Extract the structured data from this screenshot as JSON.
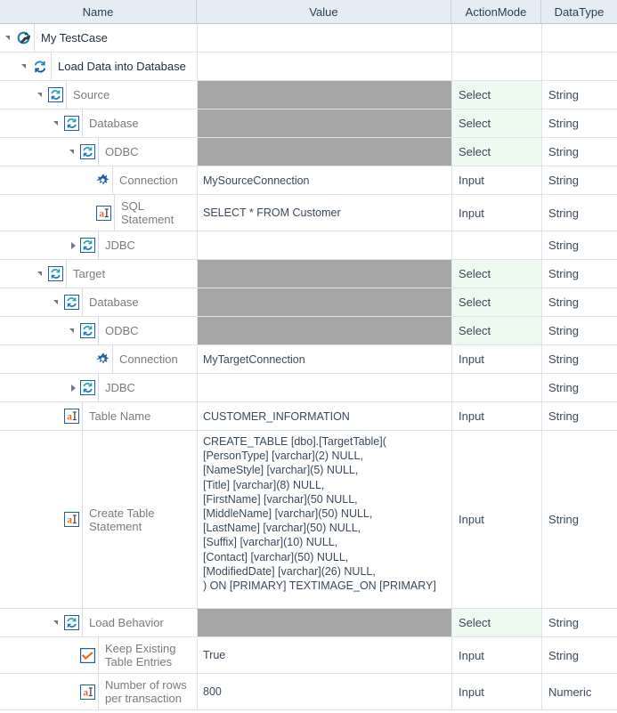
{
  "columns": [
    {
      "key": "name",
      "label": "Name"
    },
    {
      "key": "value",
      "label": "Value"
    },
    {
      "key": "action",
      "label": "ActionMode"
    },
    {
      "key": "type",
      "label": "DataType"
    }
  ],
  "colors": {
    "header_bg": "#e6ecf3",
    "select_bg": "#eef9f0",
    "locked_value_bg": "#a6a6a6",
    "icon_teal": "#1287a8",
    "icon_blue": "#1f5fa9",
    "icon_orange": "#e8681a"
  },
  "rows": [
    {
      "indent": 0,
      "expander": "open",
      "icon": "testcase-wrench-icon",
      "name": "My TestCase",
      "root": true,
      "value": "",
      "action": "",
      "type": ""
    },
    {
      "indent": 1,
      "expander": "open",
      "icon": "refresh-plain-icon",
      "name": "Load Data into Database",
      "root": true,
      "value": "",
      "action": "",
      "type": ""
    },
    {
      "indent": 2,
      "expander": "open",
      "icon": "refresh-boxed-icon",
      "name": "Source",
      "value": "",
      "value_locked": true,
      "action": "Select",
      "type": "String"
    },
    {
      "indent": 3,
      "expander": "open",
      "icon": "refresh-boxed-icon",
      "name": "Database",
      "value": "",
      "value_locked": true,
      "action": "Select",
      "type": "String"
    },
    {
      "indent": 4,
      "expander": "open",
      "icon": "refresh-boxed-icon",
      "name": "ODBC",
      "value": "",
      "value_locked": true,
      "action": "Select",
      "type": "String"
    },
    {
      "indent": 5,
      "expander": "none",
      "icon": "gear-icon",
      "name": "Connection",
      "value": "MySourceConnection",
      "action": "Input",
      "type": "String"
    },
    {
      "indent": 5,
      "expander": "none",
      "icon": "text-field-icon",
      "name": "SQL Statement",
      "value": "SELECT * FROM Customer",
      "action": "Input",
      "type": "String",
      "tall": true
    },
    {
      "indent": 4,
      "expander": "closed",
      "icon": "refresh-boxed-icon",
      "name": "JDBC",
      "value": "",
      "action": "",
      "type": "String"
    },
    {
      "indent": 2,
      "expander": "open",
      "icon": "refresh-boxed-icon",
      "name": "Target",
      "value": "",
      "value_locked": true,
      "action": "Select",
      "type": "String"
    },
    {
      "indent": 3,
      "expander": "open",
      "icon": "refresh-boxed-icon",
      "name": "Database",
      "value": "",
      "value_locked": true,
      "action": "Select",
      "type": "String"
    },
    {
      "indent": 4,
      "expander": "open",
      "icon": "refresh-boxed-icon",
      "name": "ODBC",
      "value": "",
      "value_locked": true,
      "action": "Select",
      "type": "String"
    },
    {
      "indent": 5,
      "expander": "none",
      "icon": "gear-icon",
      "name": "Connection",
      "value": "MyTargetConnection",
      "action": "Input",
      "type": "String"
    },
    {
      "indent": 4,
      "expander": "closed",
      "icon": "refresh-boxed-icon",
      "name": "JDBC",
      "value": "",
      "action": "",
      "type": "String"
    },
    {
      "indent": 3,
      "expander": "none",
      "icon": "text-field-icon",
      "name": "Table Name",
      "value": "CUSTOMER_INFORMATION",
      "action": "Input",
      "type": "String"
    },
    {
      "indent": 3,
      "expander": "none",
      "icon": "text-field-icon",
      "name": "Create Table Statement",
      "value": "CREATE_TABLE [dbo].[TargetTable](\n[PersonType] [varchar](2) NULL,\n[NameStyle] [varchar](5) NULL,\n[Title] [varchar](8) NULL,\n[FirstName] [varchar](50 NULL,\n[MiddleName] [varchar](50) NULL,\n[LastName] [varchar](50) NULL,\n[Suffix] [varchar](10) NULL,\n[Contact] [varchar](50) NULL,\n[ModifiedDate] [varchar](26) NULL,\n) ON [PRIMARY] TEXTIMAGE_ON [PRIMARY]",
      "action": "Input",
      "type": "String",
      "multiline": true
    },
    {
      "indent": 3,
      "expander": "open",
      "icon": "refresh-boxed-icon",
      "name": "Load Behavior",
      "value": "",
      "value_locked": true,
      "action": "Select",
      "type": "String"
    },
    {
      "indent": 4,
      "expander": "none",
      "icon": "checkbox-checked-icon",
      "name": "Keep Existing Table Entries",
      "value": "True",
      "action": "Input",
      "type": "String",
      "tall": true
    },
    {
      "indent": 4,
      "expander": "none",
      "icon": "text-field-icon",
      "name": "Number of rows per transaction",
      "value": "800",
      "action": "Input",
      "type": "Numeric",
      "tall": true
    }
  ]
}
